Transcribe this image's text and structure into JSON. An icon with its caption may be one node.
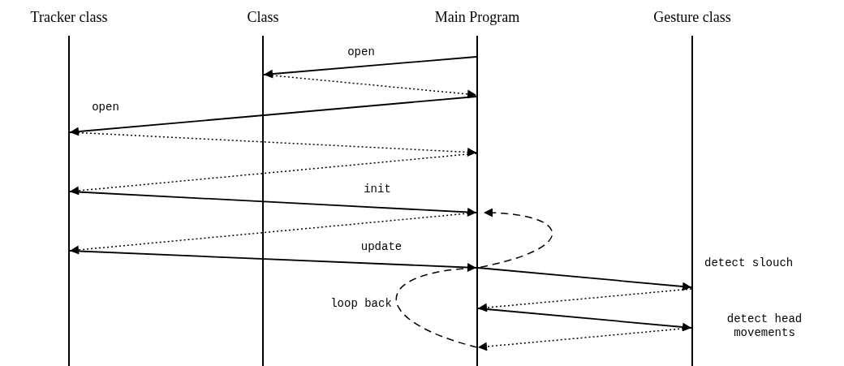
{
  "diagram": {
    "nodes": [
      {
        "text": [
          "Tracker class"
        ]
      },
      {
        "text": [
          "Class"
        ]
      },
      {
        "text": [
          "Main Program"
        ]
      },
      {
        "text": [
          "Gesture class"
        ]
      }
    ],
    "edges": [
      {
        "from": 2,
        "to": 1,
        "arrow": "to",
        "label": "open"
      },
      {
        "from": 1,
        "to": 2,
        "arrow": "to",
        "style": "dashed"
      },
      {
        "from": 2,
        "to": 0,
        "arrow": "to",
        "label": "open"
      },
      {
        "from": 0,
        "to": 2,
        "arrow": "to",
        "style": "dashed"
      },
      {
        "from": 2,
        "to": 0,
        "arrow": "to",
        "style": "dashed"
      },
      {
        "from": 0,
        "to": 2,
        "arrow": "to",
        "label": "init"
      },
      {
        "from": 2,
        "to": 2,
        "arrow": "to",
        "style": "dashed",
        "label": "loop back"
      },
      {
        "from": 2,
        "to": 0,
        "arrow": "to",
        "style": "dashed"
      },
      {
        "from": 0,
        "to": 2,
        "arrow": "to",
        "label": "update"
      },
      {
        "from": 2,
        "to": 3,
        "arrow": "to",
        "label": "detect slouch"
      },
      {
        "from": 3,
        "to": 2,
        "arrow": "to",
        "style": "dashed"
      },
      {
        "from": 2,
        "to": 3,
        "arrow": "to",
        "label": "detect head movements"
      },
      {
        "from": 3,
        "to": 2,
        "arrow": "to",
        "style": "dashed"
      }
    ]
  }
}
